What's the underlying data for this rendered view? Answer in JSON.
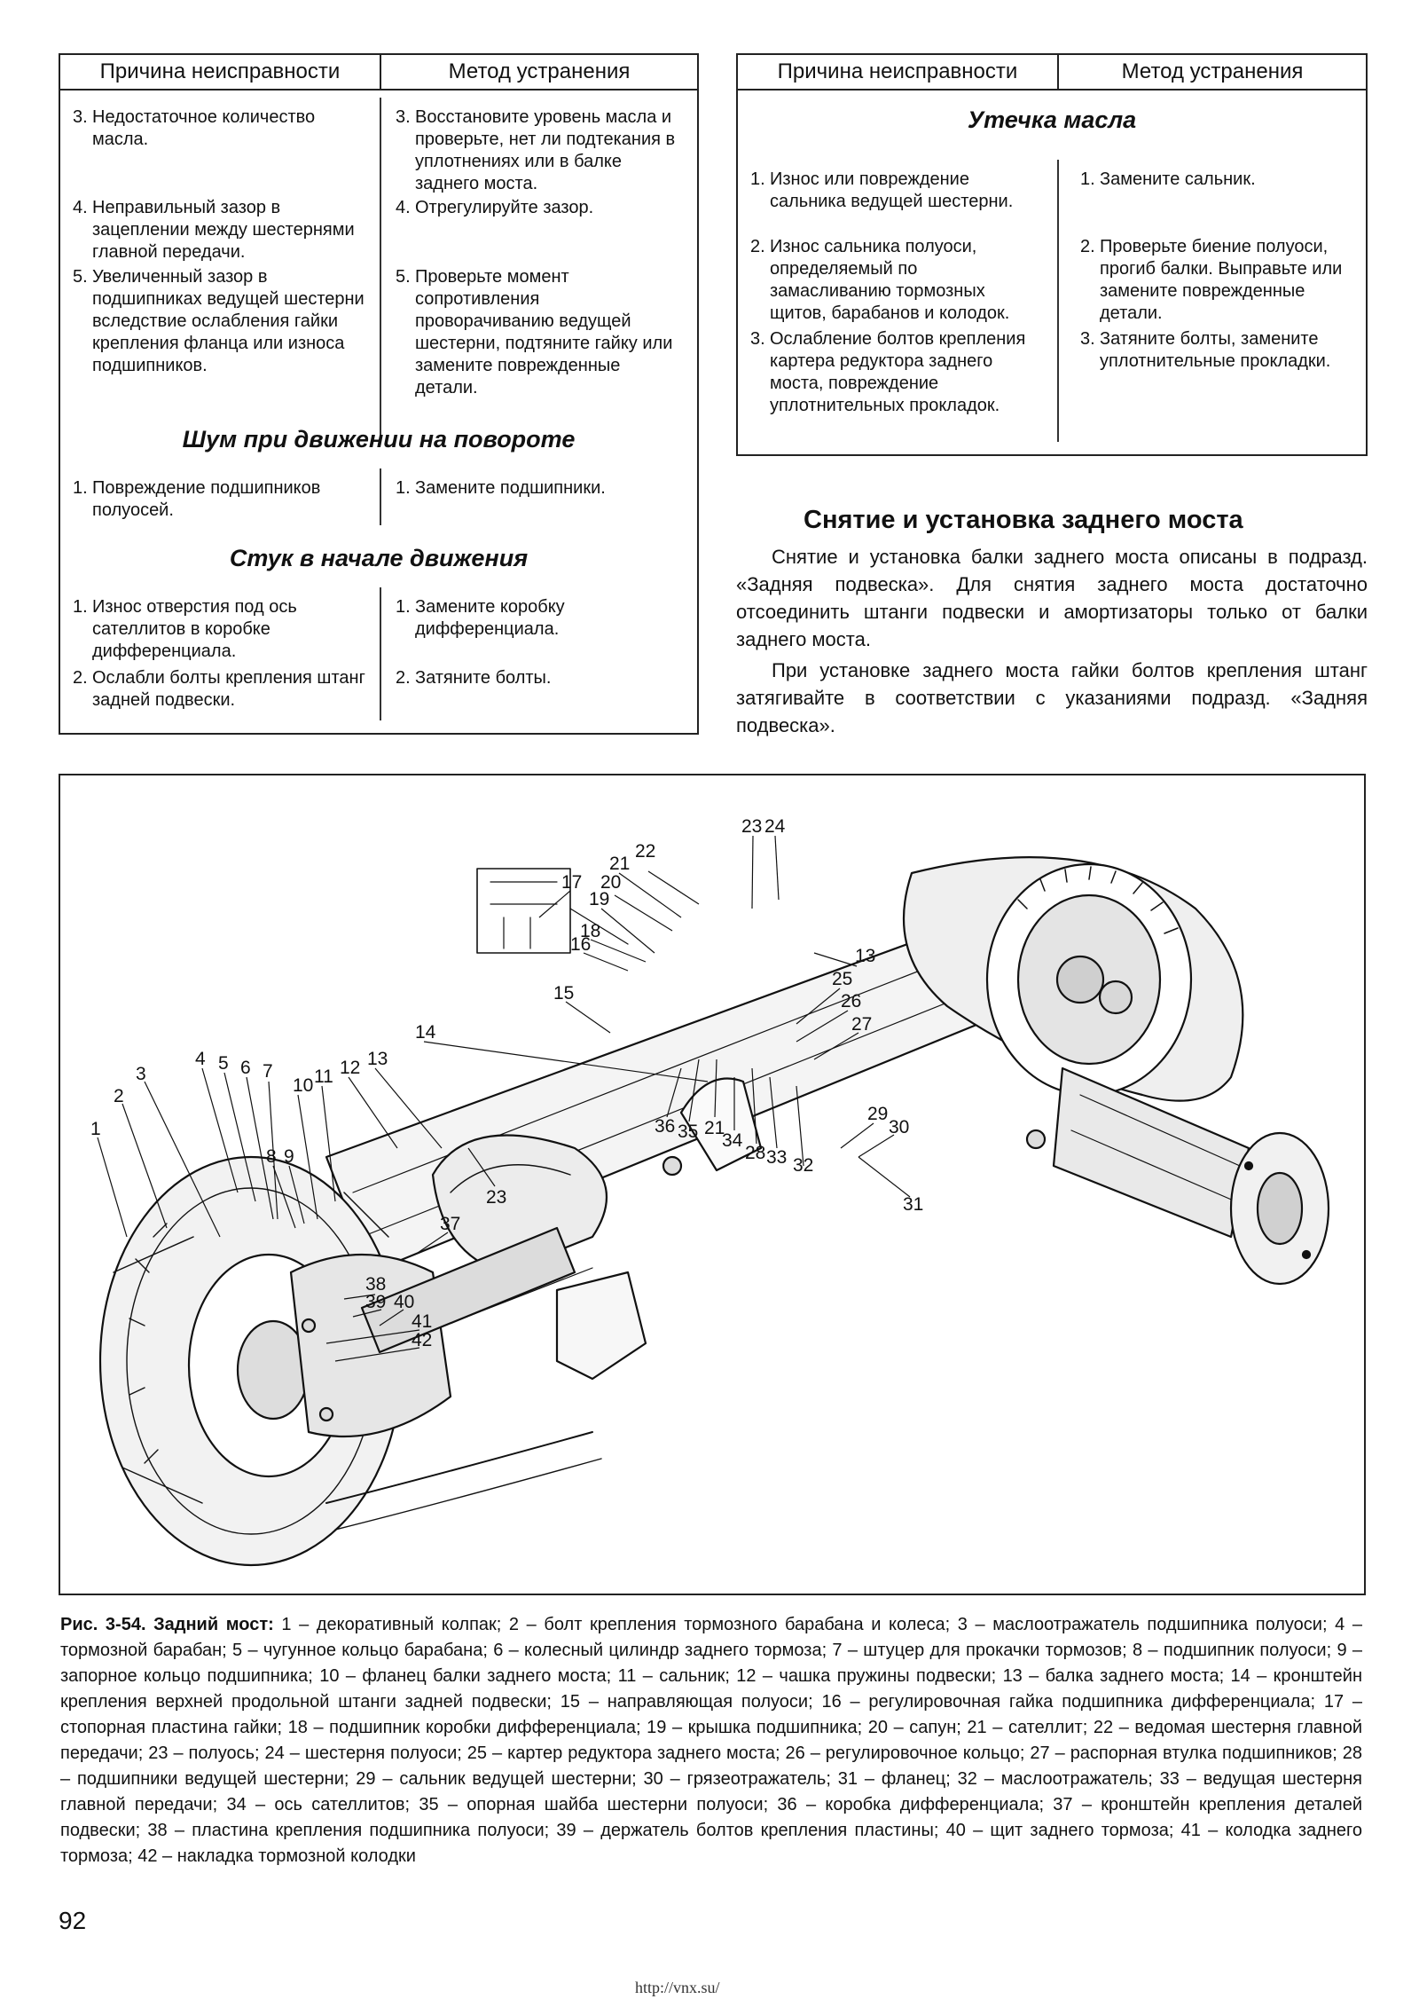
{
  "table_left": {
    "header_cause": "Причина неисправности",
    "header_remedy": "Метод устранения",
    "rows_top": [
      {
        "cause_num": "3.",
        "cause": "Недостаточное количество масла.",
        "remedy_num": "3.",
        "remedy": "Восстановите уровень масла и проверьте, нет ли подтекания в уплотнениях или в балке заднего моста."
      },
      {
        "cause_num": "4.",
        "cause": "Неправильный зазор в зацеплении между шестернями главной передачи.",
        "remedy_num": "4.",
        "remedy": "Отрегулируйте зазор."
      },
      {
        "cause_num": "5.",
        "cause": "Увеличенный зазор в подшипниках ведущей шестерни вследствие ослабления гайки крепления фланца или износа подшипников.",
        "remedy_num": "5.",
        "remedy": "Проверьте момент сопротивления проворачиванию ведущей шестерни, подтяните гайку или замените поврежденные детали."
      }
    ],
    "section_noise": "Шум при движении на повороте",
    "rows_noise": [
      {
        "cause_num": "1.",
        "cause": "Повреждение подшипников полуосей.",
        "remedy_num": "1.",
        "remedy": "Замените подшипники."
      }
    ],
    "section_knock": "Стук в начале движения",
    "rows_knock": [
      {
        "cause_num": "1.",
        "cause": "Износ отверстия под ось сателлитов в коробке дифференциала.",
        "remedy_num": "1.",
        "remedy": "Замените коробку дифференциала."
      },
      {
        "cause_num": "2.",
        "cause": "Ослабли болты крепления штанг задней подвески.",
        "remedy_num": "2.",
        "remedy": "Затяните болты."
      }
    ]
  },
  "table_right": {
    "header_cause": "Причина неисправности",
    "header_remedy": "Метод устранения",
    "section_leak": "Утечка масла",
    "rows": [
      {
        "cause_num": "1.",
        "cause": "Износ или повреждение сальника ведущей шестерни.",
        "remedy_num": "1.",
        "remedy": "Замените сальник."
      },
      {
        "cause_num": "2.",
        "cause": "Износ сальника полуоси, определяемый по замасливанию тормозных щитов, барабанов и колодок.",
        "remedy_num": "2.",
        "remedy": "Проверьте биение полуоси, прогиб балки. Выправьте или замените поврежденные детали."
      },
      {
        "cause_num": "3.",
        "cause": "Ослабление болтов крепления картера редуктора заднего моста, повреждение уплотнительных прокладок.",
        "remedy_num": "3.",
        "remedy": "Затяните болты, замените уплотнительные прокладки."
      }
    ]
  },
  "article": {
    "title": "Снятие и установка заднего моста",
    "p1": "Снятие и установка балки заднего моста описаны в подразд. «Задняя подвеска». Для снятия заднего моста достаточно отсоединить штанги подвески и амортизаторы только от балки заднего моста.",
    "p2": "При установке заднего моста гайки болтов крепления штанг затягивайте в соответствии с указаниями подразд. «Задняя подвеска»."
  },
  "figure": {
    "callouts": [
      "1",
      "2",
      "3",
      "4",
      "5",
      "6",
      "7",
      "8",
      "9",
      "10",
      "11",
      "12",
      "13",
      "14",
      "15",
      "16",
      "17",
      "18",
      "19",
      "20",
      "21",
      "22",
      "23",
      "24",
      "13",
      "25",
      "26",
      "27",
      "29",
      "30",
      "36",
      "35",
      "21",
      "34",
      "28",
      "33",
      "32",
      "23",
      "31",
      "37",
      "38",
      "39",
      "40",
      "41",
      "42"
    ]
  },
  "caption": {
    "lead": "Рис. 3-54. Задний мост:",
    "text": " 1 – декоративный колпак; 2 – болт крепления тормозного барабана и колеса; 3 – маслоотражатель подшипника полуоси; 4 – тормозной барабан; 5 – чугунное кольцо барабана; 6 – колесный цилиндр заднего тормоза; 7 – штуцер для прокачки тормозов; 8 – подшипник полуоси; 9 – запорное кольцо подшипника; 10 – фланец балки заднего моста; 11 – сальник; 12 – чашка пружины подвески; 13 – балка заднего моста; 14 – кронштейн крепления верхней продольной штанги задней подвески; 15 – направляющая полуоси; 16 – регулировочная гайка подшипника дифференциала; 17 – стопорная пластина гайки; 18 – подшипник коробки дифференциала; 19 – крышка подшипника; 20 – сапун; 21 – сателлит; 22 – ведомая шестерня главной передачи; 23 – полуось; 24 – шестерня полуоси; 25 – картер редуктора заднего моста; 26 – регулировочное кольцо; 27 – распорная втулка подшипников; 28 – подшипники ведущей шестерни; 29 – сальник ведущей шестерни; 30 – грязеотражатель; 31 – фланец; 32 – маслоотражатель; 33 – ведущая шестерня главной передачи; 34 – ось сателлитов; 35 – опорная шайба шестерни полуоси; 36 – коробка дифференциала; 37 – кронштейн крепления деталей подвески; 38 – пластина крепления подшипника полуоси; 39 – держатель болтов крепления пластины; 40 – щит заднего тормоза; 41 – колодка заднего тормоза; 42 – накладка тормозной колодки"
  },
  "page_number": "92",
  "footer_url": "http://vnx.su/"
}
